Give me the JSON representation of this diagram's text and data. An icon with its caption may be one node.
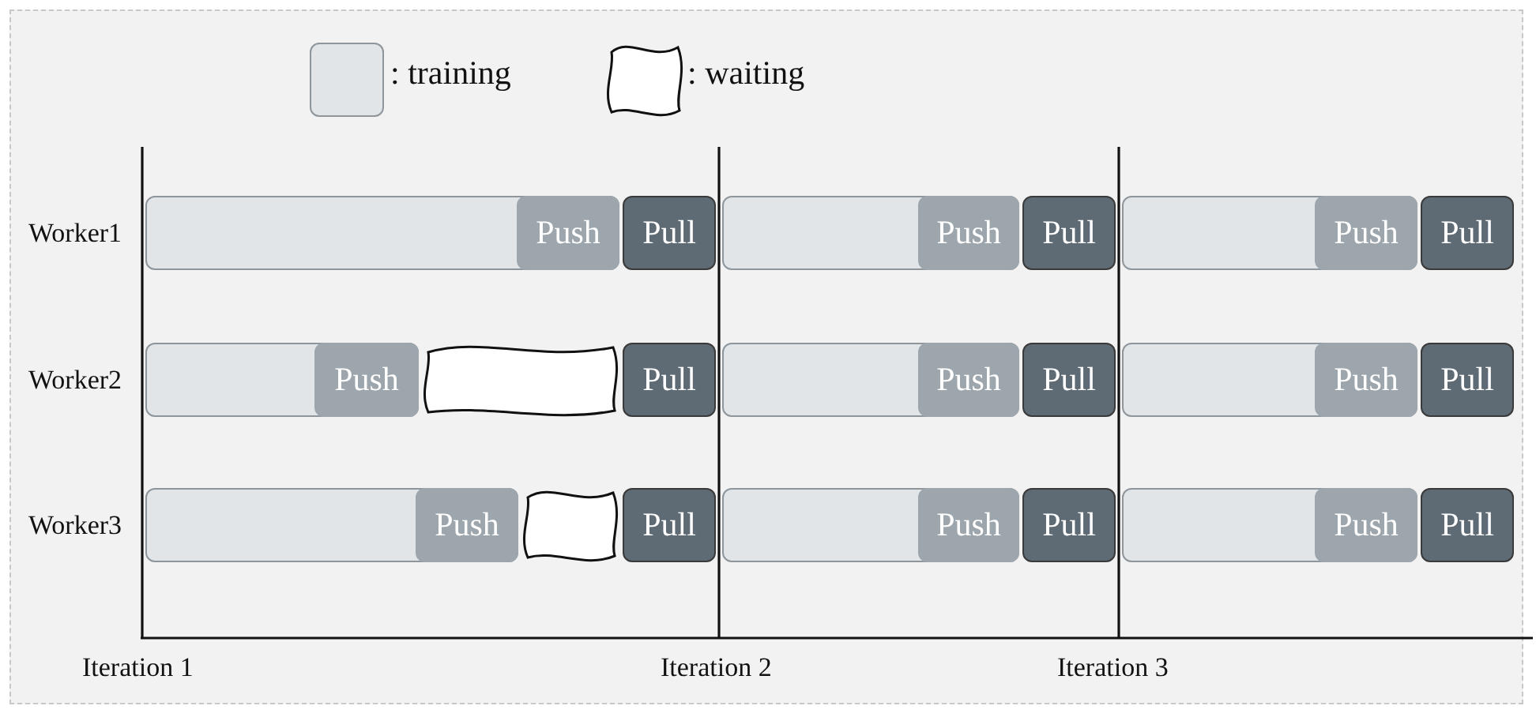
{
  "diagram": {
    "nodes": [
      {
        "text": [],
        "shape": "bar"
      },
      {
        "text": [
          "Push"
        ],
        "in": 0
      },
      {
        "text": [
          "Pull"
        ]
      },
      {
        "text": [],
        "shape": "bar"
      },
      {
        "text": [
          "Push"
        ],
        "in": 3
      },
      {
        "text": [
          "Pull"
        ]
      },
      {
        "text": [],
        "shape": "bar"
      },
      {
        "text": [
          "Push"
        ],
        "in": 6
      },
      {
        "text": [
          "Pull"
        ]
      },
      {
        "text": [],
        "shape": "bar"
      },
      {
        "text": [
          "Push"
        ],
        "in": 9
      },
      {
        "text": [],
        "shape": "cloud"
      },
      {
        "text": [
          "Pull"
        ]
      },
      {
        "text": [],
        "shape": "bar"
      },
      {
        "text": [
          "Push"
        ],
        "in": 13
      },
      {
        "text": [
          "Pull"
        ]
      },
      {
        "text": [],
        "shape": "bar"
      },
      {
        "text": [
          "Push"
        ],
        "in": 16
      },
      {
        "text": [
          "Pull"
        ]
      },
      {
        "text": [],
        "shape": "bar"
      },
      {
        "text": [
          "Push"
        ],
        "in": 19
      },
      {
        "text": [],
        "shape": "cloud"
      },
      {
        "text": [
          "Pull"
        ]
      },
      {
        "text": [],
        "shape": "bar"
      },
      {
        "text": [
          "Push"
        ],
        "in": 23
      },
      {
        "text": [
          "Pull"
        ]
      },
      {
        "text": [],
        "shape": "bar"
      },
      {
        "text": [
          "Push"
        ],
        "in": 26
      },
      {
        "text": [
          "Pull"
        ]
      }
    ],
    "labels": [
      "Worker1",
      "Worker2",
      "Worker3",
      "Iteration 1",
      "Iteration 2",
      "Iteration 3"
    ],
    "legend": [
      {
        "text": ": training",
        "color": "#e2e5e8"
      },
      {
        "text": ": waiting"
      }
    ]
  }
}
